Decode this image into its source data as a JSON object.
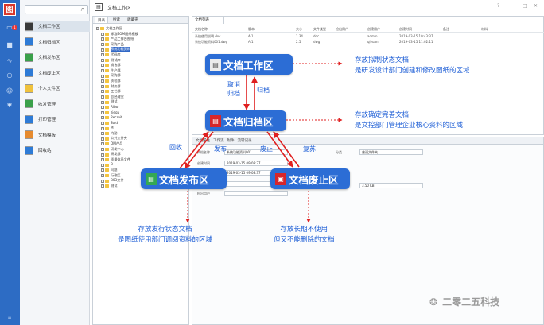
{
  "sidebar": {
    "logo": "图",
    "menu": [
      {
        "label": "文档工作区",
        "icon_color": "#3a3a3a"
      },
      {
        "label": "文档归档区",
        "icon_color": "#2e7bd6"
      },
      {
        "label": "文档发布区",
        "icon_color": "#3aa04a"
      },
      {
        "label": "文档废止区",
        "icon_color": "#2e7bd6"
      },
      {
        "label": "个人文件区",
        "icon_color": "#f0c23c"
      },
      {
        "label": "收发管理",
        "icon_color": "#3aa04a"
      },
      {
        "label": "打印管理",
        "icon_color": "#2e7bd6"
      },
      {
        "label": "文档模板",
        "icon_color": "#e68a2e"
      },
      {
        "label": "回收站",
        "icon_color": "#2e7bd6"
      }
    ]
  },
  "window": {
    "title": "文档工作区"
  },
  "tree": {
    "tabs": [
      "目录",
      "搜索",
      "收藏夹"
    ],
    "nodes": [
      {
        "label": "文档工作区",
        "depth": 0
      },
      {
        "label": "标准BOM图纸模板",
        "depth": 1
      },
      {
        "label": "产品工作台图纸",
        "depth": 1
      },
      {
        "label": "采购产品",
        "depth": 1
      },
      {
        "label": "系统功能资料",
        "depth": 1,
        "selected": true
      },
      {
        "label": "代码库",
        "depth": 1
      },
      {
        "label": "测试库",
        "depth": 1
      },
      {
        "label": "销售部",
        "depth": 1
      },
      {
        "label": "生产部",
        "depth": 1
      },
      {
        "label": "采购部",
        "depth": 1
      },
      {
        "label": "质检部",
        "depth": 1
      },
      {
        "label": "财务部",
        "depth": 1
      },
      {
        "label": "工艺部",
        "depth": 1
      },
      {
        "label": "总经理室",
        "depth": 1
      },
      {
        "label": "测试",
        "depth": 1
      },
      {
        "label": "Ribo",
        "depth": 1
      },
      {
        "label": "ziegu",
        "depth": 1
      },
      {
        "label": "Recruit",
        "depth": 1
      },
      {
        "label": "Sold",
        "depth": 1
      },
      {
        "label": "M",
        "depth": 1
      },
      {
        "label": "内勤",
        "depth": 1
      },
      {
        "label": "公共文件夹",
        "depth": 1
      },
      {
        "label": "OM产品",
        "depth": 1
      },
      {
        "label": "研发中心",
        "depth": 1
      },
      {
        "label": "研发部",
        "depth": 1
      },
      {
        "label": "质量体系文件",
        "depth": 1
      },
      {
        "label": "B",
        "depth": 1
      },
      {
        "label": "问题",
        "depth": 1
      },
      {
        "label": "行政区",
        "depth": 1
      },
      {
        "label": "B03文件",
        "depth": 1
      },
      {
        "label": "测试",
        "depth": 1
      }
    ]
  },
  "files": {
    "tab": "文档列表",
    "headers": [
      "文档名称",
      "版本",
      "大小",
      "文件类型",
      "检出用户",
      "创建用户",
      "创建时间",
      "备注",
      "材料"
    ],
    "rows": [
      [
        "系统使用说明.doc",
        "A.1",
        "1.34",
        "doc",
        "",
        "admin",
        "2019-03-15 10:43:37",
        "",
        ""
      ],
      [
        "系统功能资料001.dwg",
        "A.1",
        "2.5",
        "dwg",
        "",
        "qiyuan",
        "2019-03-15 11:02:11",
        "",
        ""
      ]
    ]
  },
  "props": {
    "tabs": [
      "文档属性",
      "工作流",
      "附件",
      "流转记录"
    ],
    "fields": [
      {
        "label": "文档名称",
        "value": "系统功能资料001"
      },
      {
        "label": "创建时间",
        "value": "2019-03-15 09:08:37"
      },
      {
        "label": "修改时间",
        "value": "2019-03-15 09:08:37"
      },
      {
        "label": "检出时间",
        "value": ""
      },
      {
        "label": "检出用户",
        "value": ""
      },
      {
        "label": "分类",
        "value": "普通文件夹"
      },
      {
        "label": "大小",
        "value": "3.50 KB"
      }
    ]
  },
  "diagram": {
    "nodes": {
      "work": "文档工作区",
      "archive": "文档归档区",
      "publish": "文档发布区",
      "obsolete": "文档废止区"
    },
    "arrows": {
      "cancel_archive": "取消\n归档",
      "archive": "归档",
      "recall": "回收",
      "publish": "发布",
      "obsolete": "废止",
      "restore": "复苏"
    },
    "notes": {
      "work": "存放拟制状态文档\n是研发设计部门创建和修改图纸的区域",
      "archive": "存放确定完善文档\n是文控部门管理企业核心资料的区域",
      "publish": "存放发行状态文档\n是图纸使用部门调阅资料的区域",
      "obsolete": "存放长期不使用\n但又不能删除的文档"
    },
    "accent": "#1f5fd6",
    "arrow_red": "#e02020"
  },
  "watermark": "二零二五科技"
}
